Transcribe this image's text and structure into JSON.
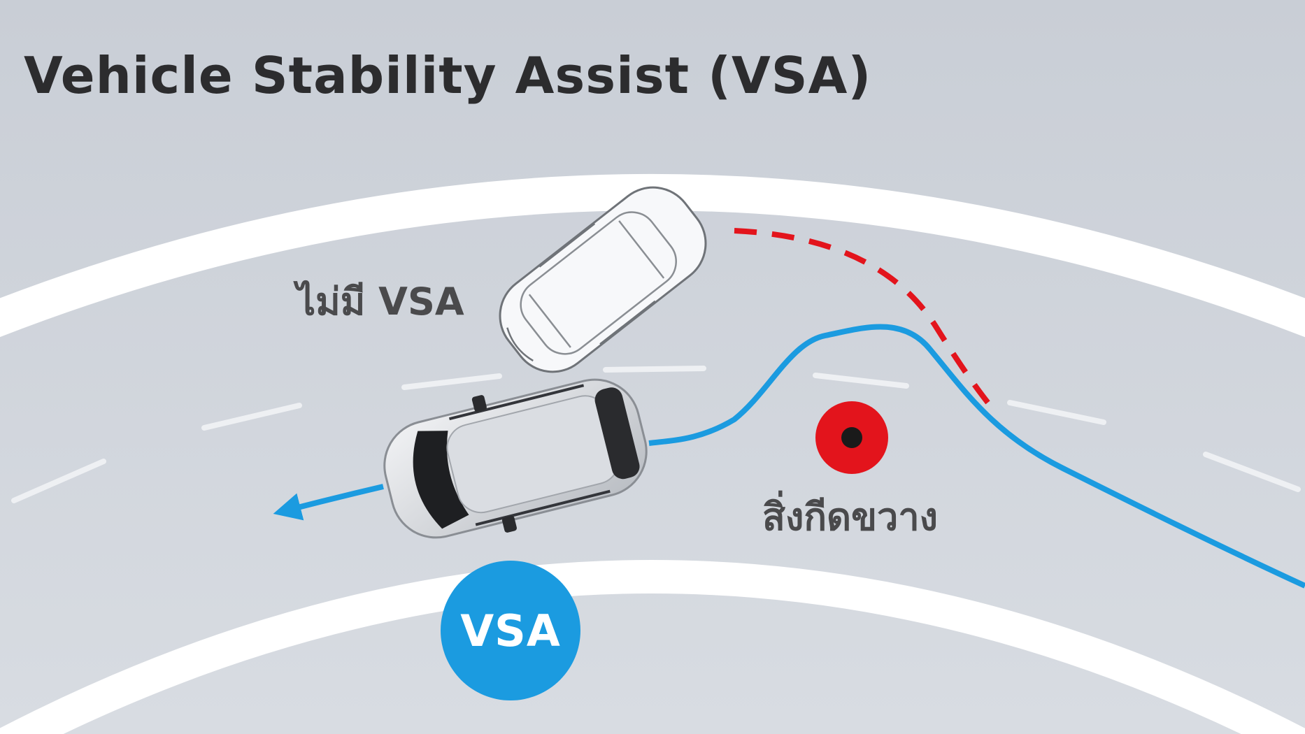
{
  "title": "Vehicle Stability Assist (VSA)",
  "labels": {
    "without_vsa": "ไม่มี VSA",
    "obstacle": "สิ่งกีดขวาง",
    "vsa_badge": "VSA"
  },
  "colors": {
    "background": "#d2d6dd",
    "road_edge": "#ffffff",
    "vsa_path": "#1b9be0",
    "no_vsa_path": "#e3141c",
    "obstacle": "#e3141c",
    "badge": "#1b9be0",
    "title": "#2c2c2e"
  },
  "icons": [
    "car-without-vsa-outline-icon",
    "car-with-vsa-icon",
    "obstacle-marker-icon",
    "vsa-path-arrow-icon"
  ]
}
